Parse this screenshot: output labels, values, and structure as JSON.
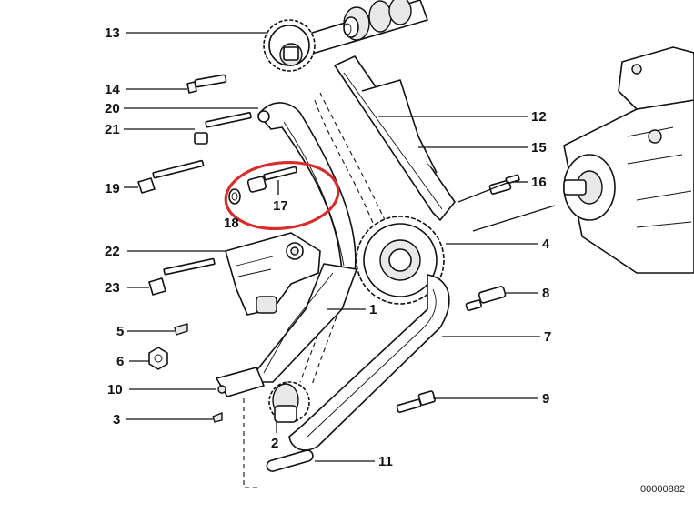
{
  "diagram": {
    "part_labels": [
      {
        "id": "p13",
        "text": "13"
      },
      {
        "id": "p14",
        "text": "14"
      },
      {
        "id": "p20",
        "text": "20"
      },
      {
        "id": "p21",
        "text": "21"
      },
      {
        "id": "p19",
        "text": "19"
      },
      {
        "id": "p17",
        "text": "17"
      },
      {
        "id": "p18",
        "text": "18"
      },
      {
        "id": "p22",
        "text": "22"
      },
      {
        "id": "p23",
        "text": "23"
      },
      {
        "id": "p5",
        "text": "5"
      },
      {
        "id": "p6",
        "text": "6"
      },
      {
        "id": "p10",
        "text": "10"
      },
      {
        "id": "p3",
        "text": "3"
      },
      {
        "id": "p2",
        "text": "2"
      },
      {
        "id": "p11",
        "text": "11"
      },
      {
        "id": "p12",
        "text": "12"
      },
      {
        "id": "p15",
        "text": "15"
      },
      {
        "id": "p16",
        "text": "16"
      },
      {
        "id": "p4",
        "text": "4"
      },
      {
        "id": "p8",
        "text": "8"
      },
      {
        "id": "p1",
        "text": "1"
      },
      {
        "id": "p7",
        "text": "7"
      },
      {
        "id": "p9",
        "text": "9"
      }
    ],
    "highlight_color": "#d92b2b",
    "highlighted_part": "17",
    "reference_code": "00000882"
  }
}
